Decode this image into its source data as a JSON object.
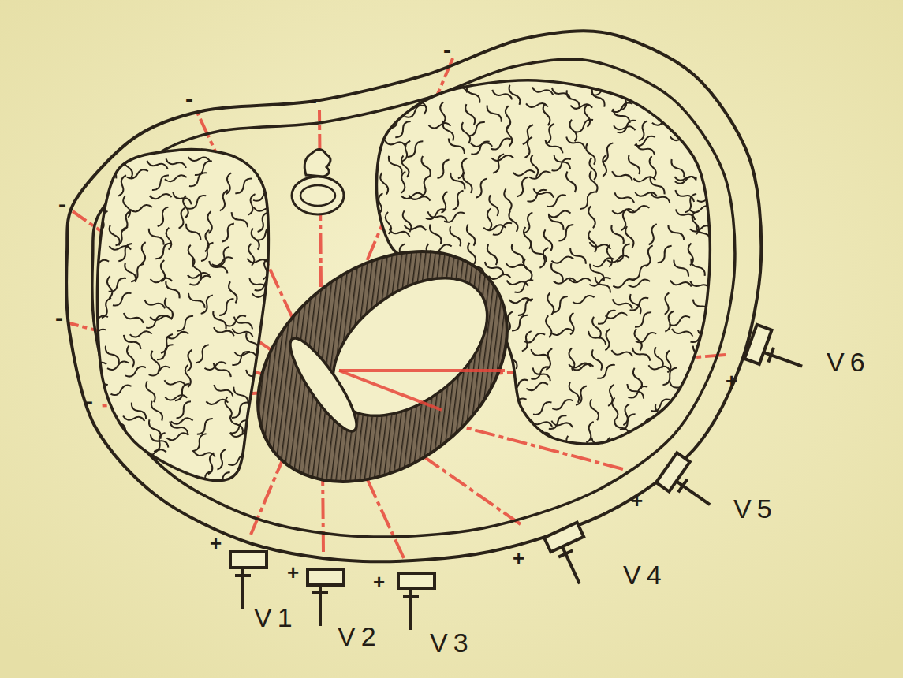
{
  "diagram": {
    "labels": [
      "-",
      "-",
      "-",
      "-",
      "-",
      "-",
      "+",
      "V1",
      "+",
      "V2",
      "+",
      "V3",
      "+",
      "V4",
      "+",
      "V5",
      "+",
      "V6"
    ]
  }
}
